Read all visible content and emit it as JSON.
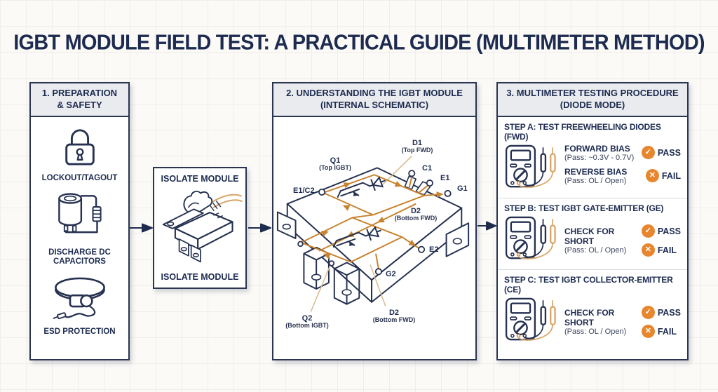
{
  "title": "IGBT MODULE FIELD TEST: A PRACTICAL GUIDE (MULTIMETER METHOD)",
  "colors": {
    "navy": "#1d2b50",
    "orange": "#e8862d",
    "trace_orange": "#c8832f",
    "tan": "#d9a76b",
    "header_gray": "#e9ebee"
  },
  "panel1": {
    "header_line1": "1. PREPARATION",
    "header_line2": "& SAFETY",
    "items": [
      {
        "icon": "padlock-icon",
        "label": "LOCKOUT/TAGOUT"
      },
      {
        "icon": "capacitor-discharge-icon",
        "label": "DISCHARGE DC CAPACITORS"
      },
      {
        "icon": "esd-wrist-strap-icon",
        "label": "ESD PROTECTION"
      }
    ]
  },
  "isolate_step": {
    "title": "ISOLATE MODULE",
    "caption": "ISOLATE MODULE"
  },
  "panel2": {
    "header_line1": "2. UNDERSTANDING THE IGBT MODULE",
    "header_line2": "(INTERNAL SCHEMATIC)",
    "labels": {
      "q1": "Q1",
      "q1_sub": "(Top IGBT)",
      "d1": "D1",
      "d1_sub": "(Top FWD)",
      "c1": "C1",
      "e1": "E1",
      "g1": "G1",
      "e1c2": "E1/C2",
      "d2_mid": "D2",
      "d2_mid_sub": "(Bottom FWD)",
      "e2": "E2",
      "g2": "G2",
      "q2": "Q2",
      "q2_sub": "(Bottom IGBT)",
      "d2_bot": "D2",
      "d2_bot_sub": "(Bottom FWD)"
    }
  },
  "panel3": {
    "header_line1": "3. MULTIMETER TESTING PROCEDURE",
    "header_line2": "(DIODE MODE)",
    "badge_pass_glyph": "✓",
    "badge_fail_glyph": "✕",
    "steps": [
      {
        "title": "STEP A: TEST FREEWHEELING DIODES (FWD)",
        "tests": [
          {
            "name": "FORWARD BIAS",
            "criteria": "(Pass: ~0.3V - 0.7V)",
            "result": "PASS"
          },
          {
            "name": "REVERSE BIAS",
            "criteria": "(Pass: OL / Open)",
            "result": "FAIL"
          }
        ]
      },
      {
        "title": "STEP B: TEST IGBT GATE-EMITTER (GE)",
        "tests": [
          {
            "name": "CHECK FOR SHORT",
            "criteria": "(Pass: OL / Open)"
          }
        ],
        "results": [
          "PASS",
          "FAIL"
        ]
      },
      {
        "title": "STEP C: TEST IGBT COLLECTOR-EMITTER (CE)",
        "tests": [
          {
            "name": "CHECK FOR SHORT",
            "criteria": "(Pass: OL / Open)"
          }
        ],
        "results": [
          "PASS",
          "FAIL"
        ]
      }
    ]
  }
}
